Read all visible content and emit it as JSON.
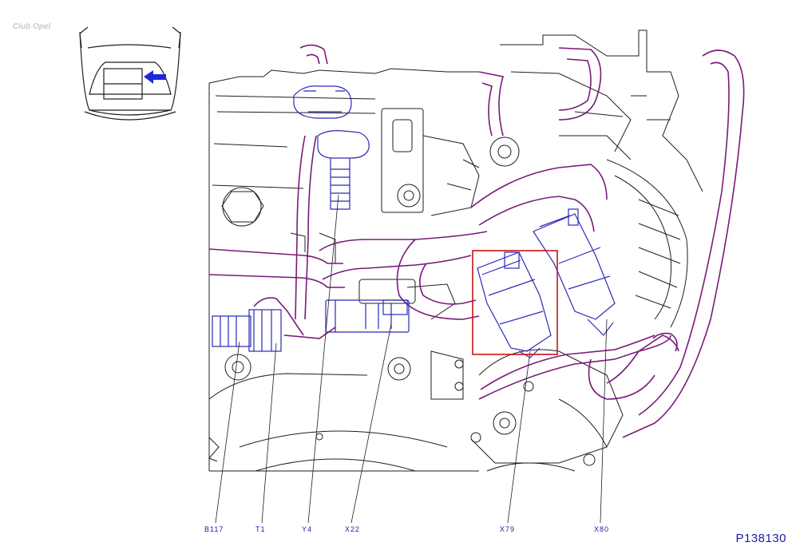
{
  "watermark": "Club Opel",
  "figure_id": "P138130",
  "callouts": [
    {
      "id": "b117",
      "text": "B117"
    },
    {
      "id": "t1",
      "text": "T1"
    },
    {
      "id": "y4",
      "text": "Y4"
    },
    {
      "id": "x22",
      "text": "X22"
    },
    {
      "id": "x79",
      "text": "X79"
    },
    {
      "id": "x80",
      "text": "X80"
    }
  ],
  "colors": {
    "line": "#1e1e1e",
    "hose": "#7a1a7a",
    "component": "#2a2ab8",
    "highlight": "#cc1111",
    "arrow": "#1a2ad8"
  },
  "icons": [
    "location-arrow-icon",
    "car-front-icon"
  ]
}
